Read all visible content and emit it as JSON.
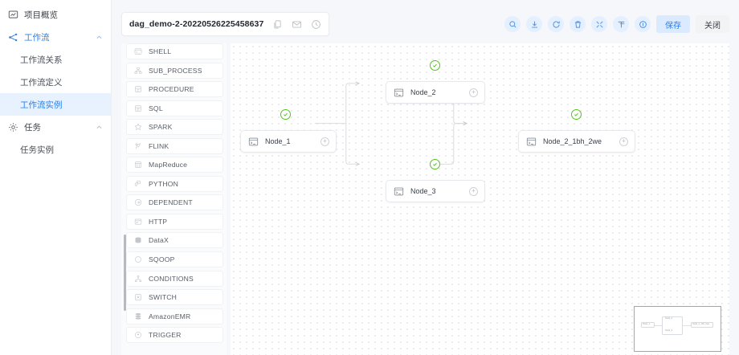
{
  "sidebar": {
    "items": [
      {
        "label": "项目概览",
        "icon": "overview-icon",
        "type": "group",
        "active": false,
        "expandable": false
      },
      {
        "label": "工作流",
        "icon": "workflow-icon",
        "type": "group",
        "active": true,
        "expandable": true
      },
      {
        "label": "工作流关系",
        "type": "sub",
        "selected": false
      },
      {
        "label": "工作流定义",
        "type": "sub",
        "selected": false
      },
      {
        "label": "工作流实例",
        "type": "sub",
        "selected": true
      },
      {
        "label": "任务",
        "icon": "gear-icon",
        "type": "group",
        "active": false,
        "expandable": true
      },
      {
        "label": "任务实例",
        "type": "sub",
        "selected": false
      }
    ]
  },
  "topbar": {
    "dag_name": "dag_demo-2-20220526225458637",
    "name_icons": [
      "copy-icon",
      "mail-icon",
      "clock-icon"
    ],
    "tool_icons": [
      "search-icon",
      "download-icon",
      "refresh-icon",
      "delete-icon",
      "fullscreen-icon",
      "format-layout-icon",
      "info-icon"
    ],
    "save_label": "保存",
    "close_label": "关闭"
  },
  "palette": {
    "items": [
      {
        "label": "SHELL",
        "icon": "shell-icon"
      },
      {
        "label": "SUB_PROCESS",
        "icon": "subprocess-icon"
      },
      {
        "label": "PROCEDURE",
        "icon": "procedure-icon"
      },
      {
        "label": "SQL",
        "icon": "sql-icon"
      },
      {
        "label": "SPARK",
        "icon": "spark-icon"
      },
      {
        "label": "FLINK",
        "icon": "flink-icon"
      },
      {
        "label": "MapReduce",
        "icon": "mapreduce-icon"
      },
      {
        "label": "PYTHON",
        "icon": "python-icon"
      },
      {
        "label": "DEPENDENT",
        "icon": "dependent-icon"
      },
      {
        "label": "HTTP",
        "icon": "http-icon"
      },
      {
        "label": "DataX",
        "icon": "datax-icon"
      },
      {
        "label": "SQOOP",
        "icon": "sqoop-icon"
      },
      {
        "label": "CONDITIONS",
        "icon": "conditions-icon"
      },
      {
        "label": "SWITCH",
        "icon": "switch-icon"
      },
      {
        "label": "AmazonEMR",
        "icon": "amazonemr-icon"
      },
      {
        "label": "TRIGGER",
        "icon": "trigger-icon"
      }
    ]
  },
  "canvas": {
    "nodes": [
      {
        "id": "n1",
        "label": "Node_1",
        "icon": "shell-icon",
        "status": "success",
        "port": "+"
      },
      {
        "id": "n2",
        "label": "Node_2",
        "icon": "shell-icon",
        "status": "success",
        "port": "+"
      },
      {
        "id": "n3",
        "label": "Node_3",
        "icon": "shell-icon",
        "status": "success",
        "port": "+"
      },
      {
        "id": "n4",
        "label": "Node_2_1bh_2we",
        "icon": "shell-icon",
        "status": "success",
        "port": "+"
      }
    ],
    "edges": [
      {
        "from": "n1",
        "to": "n2"
      },
      {
        "from": "n1",
        "to": "n3"
      },
      {
        "from": "n2",
        "to": "n4"
      },
      {
        "from": "n3",
        "to": "n4"
      }
    ],
    "minimap": {
      "nodes": [
        "Node_2",
        "Node_1",
        "Node_3",
        "Node_2_1bh_2we"
      ],
      "border_color": "#38d6d6"
    }
  },
  "colors": {
    "accent": "#2a7fe8",
    "status_success": "#52c41a",
    "minimap_border": "#38d6d6",
    "canvas_bg": "#ffffff",
    "panel_bg": "#f5f7fa"
  }
}
